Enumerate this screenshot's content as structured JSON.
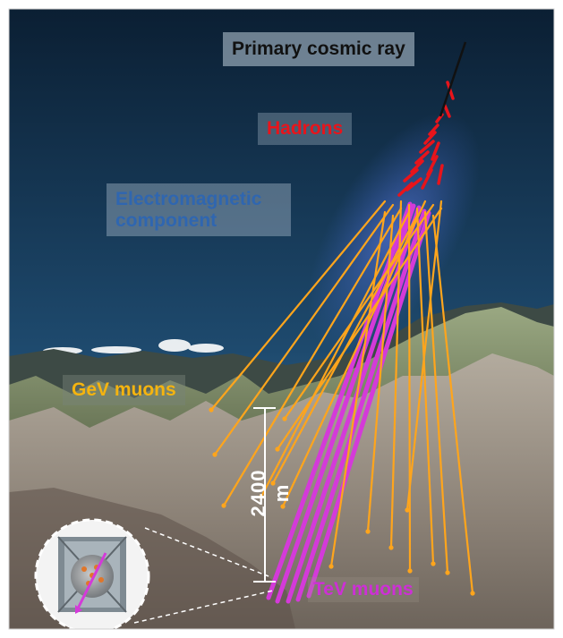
{
  "labels": {
    "primary": "Primary cosmic ray",
    "hadrons": "Hadrons",
    "electromagnetic": "Electromagnetic component",
    "gev_muons": "GeV muons",
    "tev_muons": "TeV muons",
    "depth": "2400 m"
  },
  "colors": {
    "primary_track": "#111111",
    "hadron_tracks": "#e8141b",
    "electromagnetic_glow": "#4a6fe0",
    "gev_muon_tracks": "#ffa51c",
    "tev_muon_tracks": "#d43ad9",
    "sky_top": "#0c2237",
    "sky_bottom": "#3f7aa4",
    "ridge": "#7e8c6a",
    "rock": "#8a8177"
  },
  "icons": [
    "detector-inset-icon",
    "mountain-silhouette"
  ]
}
